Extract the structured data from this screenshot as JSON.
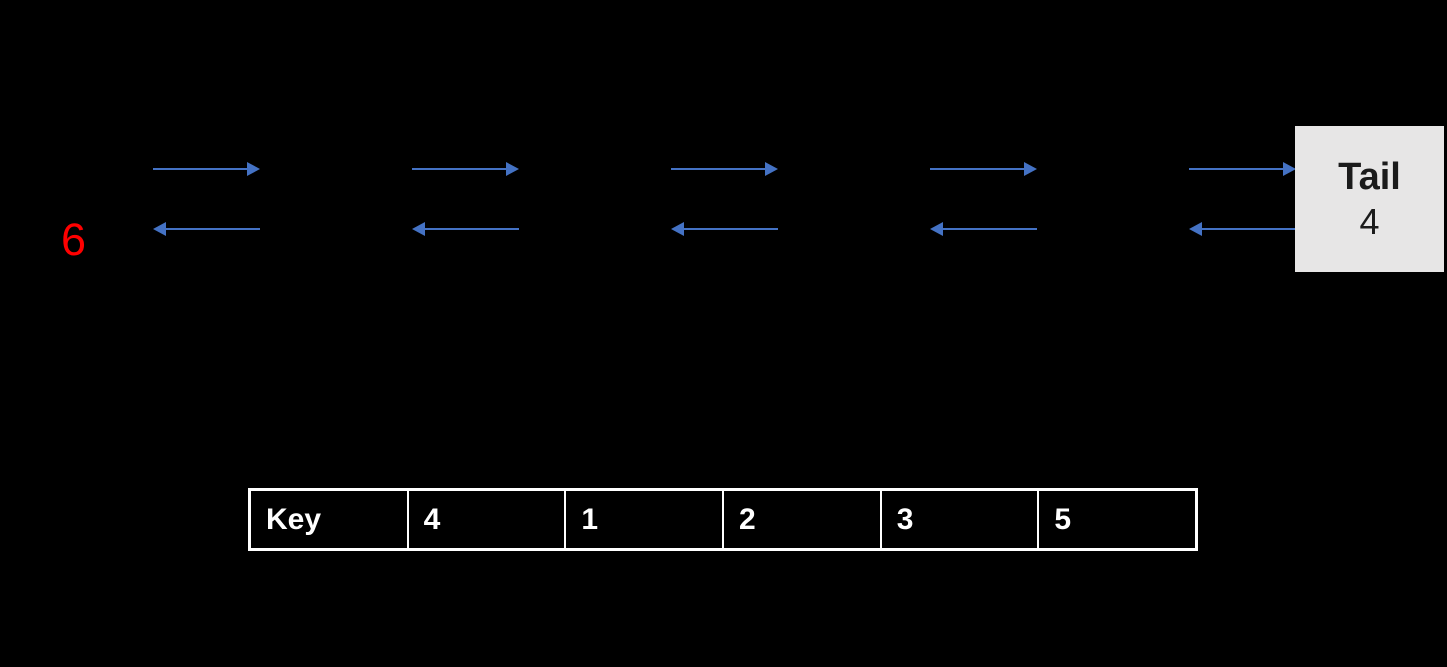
{
  "colors": {
    "background": "#000000",
    "arrow_blue": "#4472C4",
    "number_red": "#FF0000",
    "tail_box_bg": "#E7E6E6",
    "tail_box_text": "#1B1B1B",
    "table_border": "#FFFFFF",
    "table_text": "#FFFFFF"
  },
  "diagram": {
    "red_number": "6"
  },
  "tail_box": {
    "label": "Tail",
    "value": "4"
  },
  "table": {
    "cells": [
      "Key",
      "4",
      "1",
      "2",
      "3",
      "5"
    ]
  }
}
